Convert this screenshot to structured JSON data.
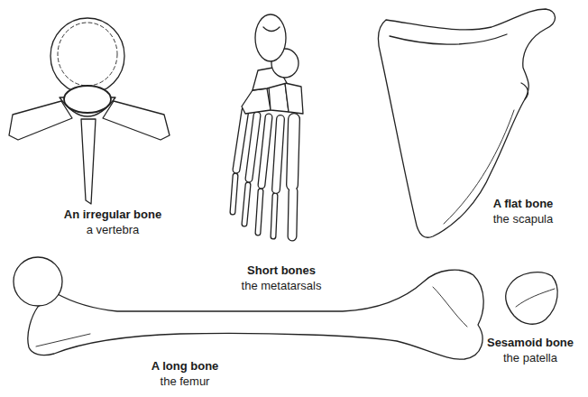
{
  "diagram": {
    "labels": [
      "An irregular bone",
      "a vertebra",
      "Short bones",
      "the metatarsals",
      "A flat bone",
      "the scapula",
      "A long bone",
      "the femur",
      "Sesamoid bone",
      "the patella"
    ]
  }
}
